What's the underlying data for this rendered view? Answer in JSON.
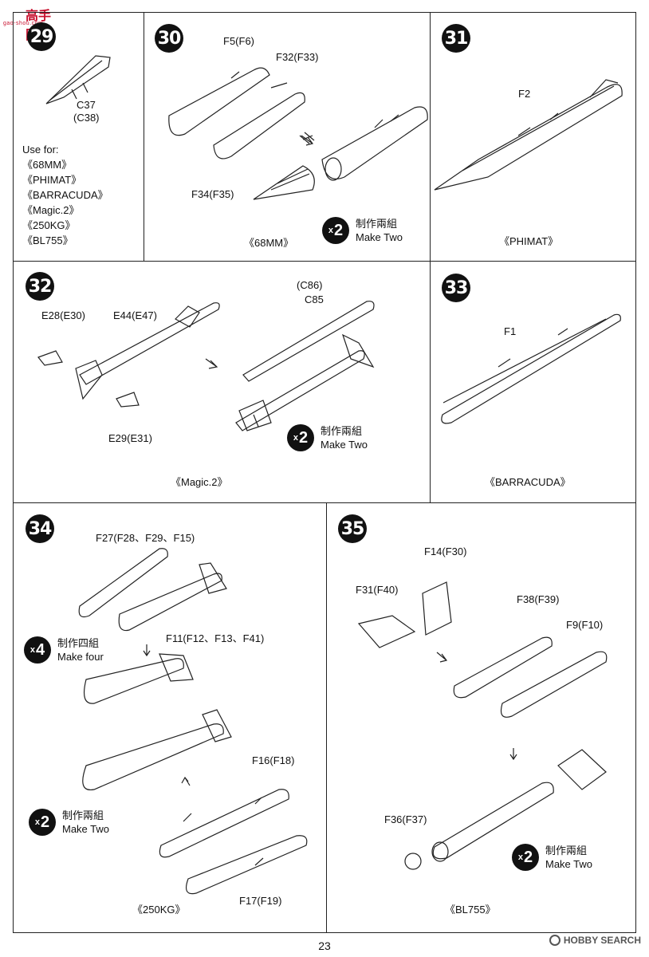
{
  "logo": {
    "text": "高手网",
    "sub": "gao-shou.com"
  },
  "steps": {
    "s29": {
      "num": "29",
      "parts": [
        "C37",
        "(C38)"
      ],
      "use_title": "Use for:",
      "use_items": [
        "《68MM》",
        "《PHIMAT》",
        "《BARRACUDA》",
        "《Magic.2》",
        "《250KG》",
        "《BL755》"
      ]
    },
    "s30": {
      "num": "30",
      "labels": {
        "f5": "F5(F6)",
        "f32": "F32(F33)",
        "f34": "F34(F35)"
      },
      "mult": "2",
      "mult_cn": "制作兩組",
      "mult_en": "Make Two",
      "caption": "《68MM》"
    },
    "s31": {
      "num": "31",
      "labels": {
        "f2": "F2"
      },
      "caption": "《PHIMAT》"
    },
    "s32": {
      "num": "32",
      "labels": {
        "e28": "E28(E30)",
        "e44": "E44(E47)",
        "e29": "E29(E31)",
        "c86": "(C86)",
        "c85": "C85"
      },
      "mult": "2",
      "mult_cn": "制作兩組",
      "mult_en": "Make Two",
      "caption": "《Magic.2》"
    },
    "s33": {
      "num": "33",
      "labels": {
        "f1": "F1"
      },
      "caption": "《BARRACUDA》"
    },
    "s34": {
      "num": "34",
      "labels": {
        "f27": "F27(F28、F29、F15)",
        "f11": "F11(F12、F13、F41)",
        "f16": "F16(F18)",
        "f17": "F17(F19)"
      },
      "mult4": "4",
      "mult4_cn": "制作四組",
      "mult4_en": "Make four",
      "mult": "2",
      "mult_cn": "制作兩組",
      "mult_en": "Make Two",
      "caption": "《250KG》"
    },
    "s35": {
      "num": "35",
      "labels": {
        "f14": "F14(F30)",
        "f31": "F31(F40)",
        "f38": "F38(F39)",
        "f9": "F9(F10)",
        "f36": "F36(F37)"
      },
      "mult": "2",
      "mult_cn": "制作兩組",
      "mult_en": "Make Two",
      "caption": "《BL755》"
    }
  },
  "mult_prefix": "x",
  "page_number": "23",
  "watermark": "HOBBY SEARCH"
}
